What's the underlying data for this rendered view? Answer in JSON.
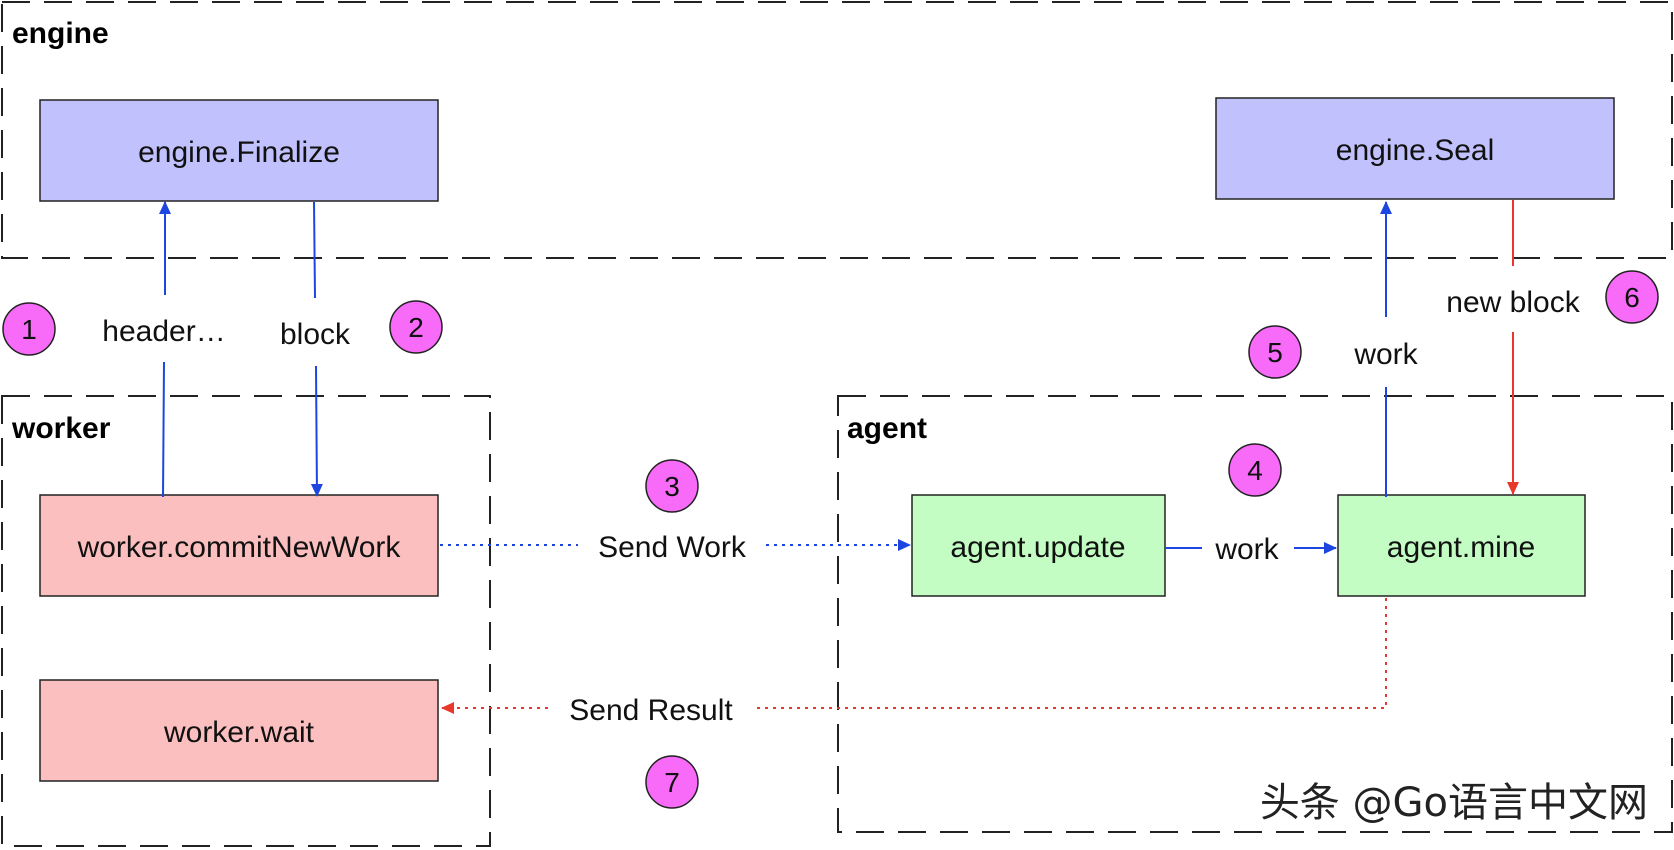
{
  "groups": {
    "engine": "engine",
    "worker": "worker",
    "agent": "agent"
  },
  "nodes": {
    "engine_finalize": "engine.Finalize",
    "engine_seal": "engine.Seal",
    "worker_commit": "worker.commitNewWork",
    "worker_wait": "worker.wait",
    "agent_update": "agent.update",
    "agent_mine": "agent.mine"
  },
  "edges": {
    "header": "header…",
    "block": "block",
    "send_work": "Send Work",
    "work_update_mine": "work",
    "work_to_seal": "work",
    "new_block": "new block",
    "send_result": "Send Result"
  },
  "steps": [
    "1",
    "2",
    "3",
    "4",
    "5",
    "6",
    "7"
  ],
  "colors": {
    "engine_node": "#c1c1fd",
    "worker_node": "#fcbfbf",
    "agent_node": "#c3fdc3",
    "step_badge": "#f76bf8",
    "blue_arrow": "#1d46e0",
    "red_arrow": "#e8382b"
  },
  "watermark": "头条 @Go语言中文网"
}
